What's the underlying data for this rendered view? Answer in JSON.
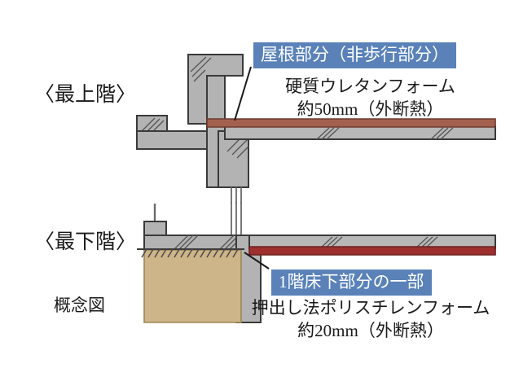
{
  "figure": {
    "title_note": "概念図",
    "accent_blue": "#5a82b8",
    "insulation_color": "#a4604f",
    "insulation_color_lower": "#9e2f2f",
    "concrete_color": "#b3b3b3",
    "soil_color": "#cdb489",
    "outline_color": "#3a3a3a"
  },
  "sections": {
    "top": {
      "floor_label": "〈最上階〉",
      "tag": "屋根部分（非歩行部分）",
      "caption_line1": "硬質ウレタンフォーム",
      "caption_line2": "約50mm（外断熱）",
      "material": "硬質ウレタンフォーム",
      "thickness": "約50mm",
      "method": "外断熱"
    },
    "bottom": {
      "floor_label": "〈最下階〉",
      "concept_label": "概念図",
      "tag": "1階床下部分の一部",
      "caption_line1": "押出し法ポリスチレンフォーム",
      "caption_line2": "約20mm（外断熱）",
      "material": "押出し法ポリスチレンフォーム",
      "thickness": "約20mm",
      "method": "外断熱"
    }
  }
}
